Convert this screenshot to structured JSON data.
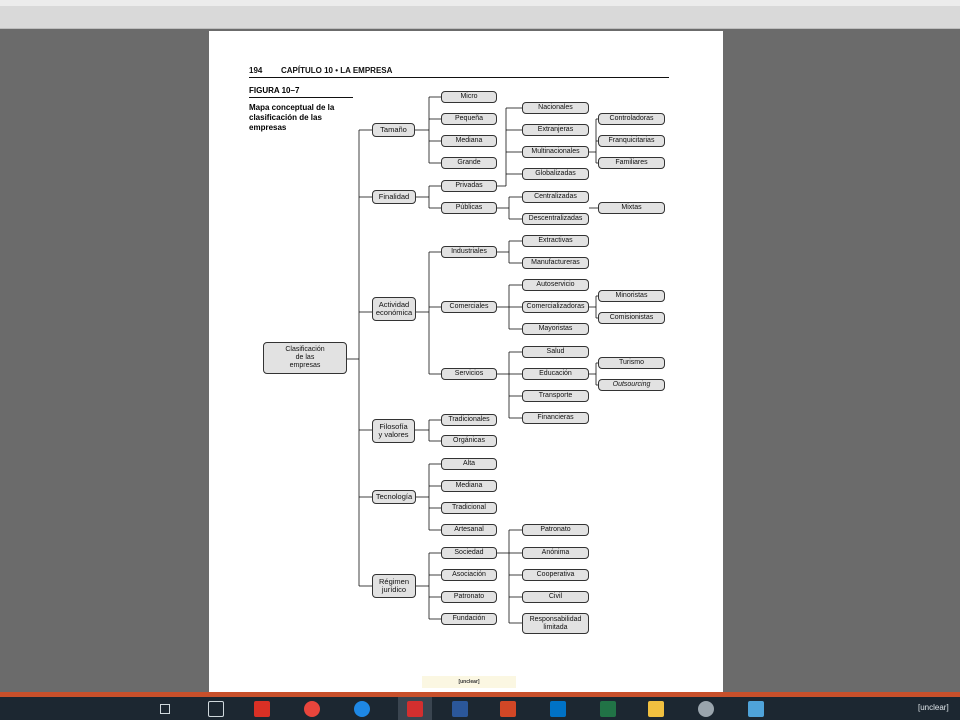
{
  "header": {
    "page_number": "194",
    "chapter": "CAPÍTULO 10  •  LA EMPRESA"
  },
  "figure": {
    "label": "FIGURA 10–7",
    "caption": "Mapa conceptual de la\nclasificación de las\nempresas"
  },
  "diagram": {
    "root": "Clasificación\nde las\nempresas",
    "categories": {
      "tamano": "Tamaño",
      "finalidad": "Finalidad",
      "actividad": "Actividad\neconómica",
      "filosofia": "Filosofía\ny valores",
      "tecnologia": "Tecnología",
      "regimen": "Régimen\njurídico"
    },
    "level2": {
      "micro": "Micro",
      "pequena": "Pequeña",
      "mediana": "Mediana",
      "grande": "Grande",
      "privadas": "Privadas",
      "publicas": "Públicas",
      "industriales": "Industriales",
      "comerciales": "Comerciales",
      "servicios": "Servicios",
      "tradicionales": "Tradicionales",
      "organicas": "Orgánicas",
      "alta": "Alta",
      "mediana_tec": "Mediana",
      "tradicional": "Tradicional",
      "artesanal": "Artesanal",
      "sociedad": "Sociedad",
      "asociacion": "Asociación",
      "patronato": "Patronato",
      "fundacion": "Fundación"
    },
    "level3": {
      "nacionales": "Nacionales",
      "extranjeras": "Extranjeras",
      "multinacionales": "Multinacionales",
      "globalizadas": "Globalizadas",
      "centralizadas": "Centralizadas",
      "descentralizadas": "Descentralizadas",
      "extractivas": "Extractivas",
      "manufactureras": "Manufactureras",
      "autoservicio": "Autoservicio",
      "comercializadoras": "Comercializadoras",
      "mayoristas": "Mayoristas",
      "salud": "Salud",
      "educacion": "Educación",
      "transporte": "Transporte",
      "financieras": "Financieras",
      "patronato_r": "Patronato",
      "anonima": "Anónima",
      "cooperativa": "Cooperativa",
      "civil": "Civil",
      "responsabilidad": "Responsabilidad\nlimitada"
    },
    "level4": {
      "controladoras": "Controladoras",
      "franquicitarias": "Franquicitarias",
      "familiares": "Familiares",
      "mixtas": "Mixtas",
      "minoristas": "Minoristas",
      "comisionistas": "Comisionistas",
      "turismo": "Turismo",
      "outsourcing": "Outsourcing"
    }
  },
  "footer": {
    "url": "[unclear]"
  },
  "colors": {
    "viewer_bg": "#6b6b6b",
    "node_fill": "#e2e2e2",
    "progress": "#c8502b",
    "taskbar": "#1c2731"
  },
  "taskbar": {
    "apps": [
      "search-icon",
      "mail-icon",
      "chrome-icon",
      "edge-icon",
      "pdf-icon",
      "word-icon",
      "powerpoint-icon",
      "outlook-icon",
      "excel-icon",
      "folder-icon",
      "settings-icon",
      "store-icon"
    ],
    "tray_text": "[unclear]"
  }
}
